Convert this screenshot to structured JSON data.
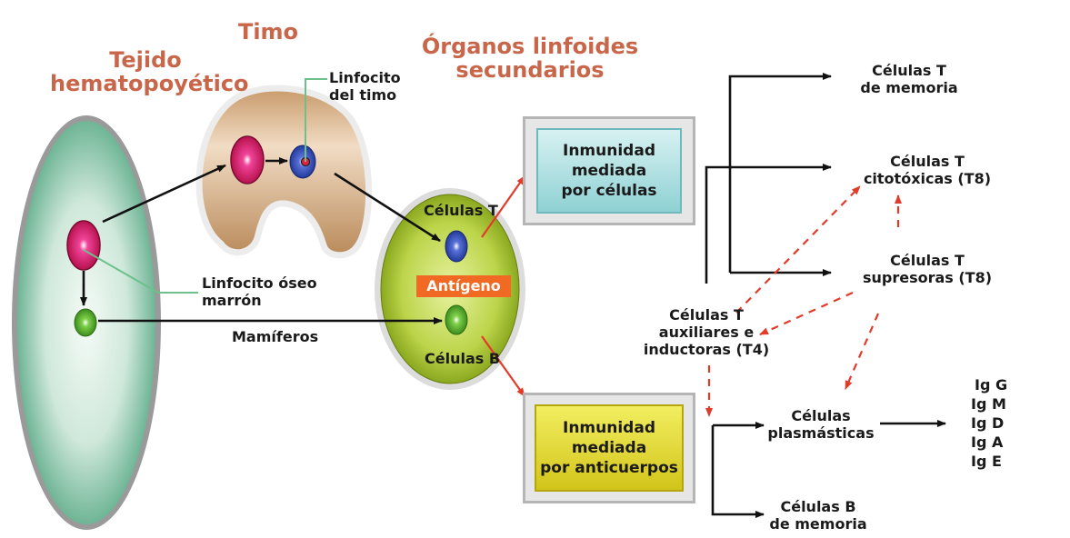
{
  "titles": {
    "hematopoietic": "Tejido\nhematopoyético",
    "thymus": "Timo",
    "secondary_organs": "Órganos linfoides\nsecundarios"
  },
  "labels": {
    "thymus_lymphocyte": "Linfocito\ndel timo",
    "bone_marrow_lymphocyte": "Linfocito óseo\nmarrón",
    "mammals": "Mamíferos",
    "t_cells": "Células T",
    "b_cells": "Células B",
    "antigen": "Antígeno"
  },
  "boxes": {
    "cell_mediated": "Inmunidad\nmediada\npor células",
    "antibody_mediated": "Inmunidad\nmediada\npor anticuerpos"
  },
  "outcomes": {
    "memory_t": "Células T\nde memoria",
    "cytotoxic_t": "Células T\ncitotóxicas (T8)",
    "suppressor_t": "Células T\nsupresoras (T8)",
    "helper_t": "Células T\nauxiliares e\ninductoras (T4)",
    "plasma_cells": "Células\nplasmásticas",
    "memory_b": "Células B\nde memoria"
  },
  "immunoglobulins": [
    "Ig G",
    "Ig M",
    "Ig D",
    "Ig A",
    "Ig E"
  ],
  "colors": {
    "title": "#c9664a",
    "antigen_bg": "#f06a24",
    "dashed_arrow": "#e23b2a",
    "solid_arrow": "#111111",
    "leader_line": "#6cc08a"
  }
}
